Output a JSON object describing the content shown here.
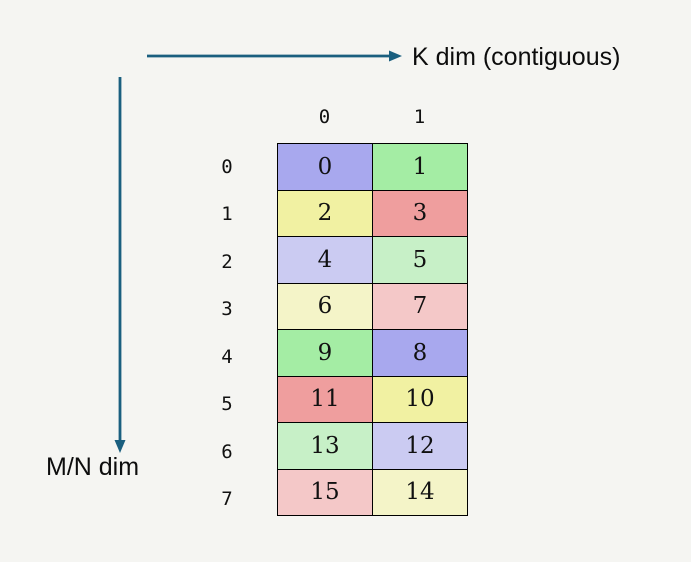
{
  "colors": {
    "background": "#f5f5f2",
    "arrow": "#1a5f7f",
    "cell_border": "#000000",
    "text": "#111111"
  },
  "axes": {
    "k_label": "K dim (contiguous)",
    "mn_label": "M/N dim"
  },
  "grid": {
    "col_headers": [
      "0",
      "1"
    ],
    "row_headers": [
      "0",
      "1",
      "2",
      "3",
      "4",
      "5",
      "6",
      "7"
    ],
    "rows": [
      {
        "cells": [
          {
            "value": "0",
            "color": "#a8a8ee"
          },
          {
            "value": "1",
            "color": "#a4eda4"
          }
        ]
      },
      {
        "cells": [
          {
            "value": "2",
            "color": "#f1f1a2"
          },
          {
            "value": "3",
            "color": "#ef9e9e"
          }
        ]
      },
      {
        "cells": [
          {
            "value": "4",
            "color": "#cbcbf2"
          },
          {
            "value": "5",
            "color": "#c7f0c7"
          }
        ]
      },
      {
        "cells": [
          {
            "value": "6",
            "color": "#f4f4c8"
          },
          {
            "value": "7",
            "color": "#f4c8c8"
          }
        ]
      },
      {
        "cells": [
          {
            "value": "9",
            "color": "#a4eda4"
          },
          {
            "value": "8",
            "color": "#a8a8ee"
          }
        ]
      },
      {
        "cells": [
          {
            "value": "11",
            "color": "#ef9e9e"
          },
          {
            "value": "10",
            "color": "#f1f1a2"
          }
        ]
      },
      {
        "cells": [
          {
            "value": "13",
            "color": "#c7f0c7"
          },
          {
            "value": "12",
            "color": "#cbcbf2"
          }
        ]
      },
      {
        "cells": [
          {
            "value": "15",
            "color": "#f4c8c8"
          },
          {
            "value": "14",
            "color": "#f4f4c8"
          }
        ]
      }
    ]
  }
}
